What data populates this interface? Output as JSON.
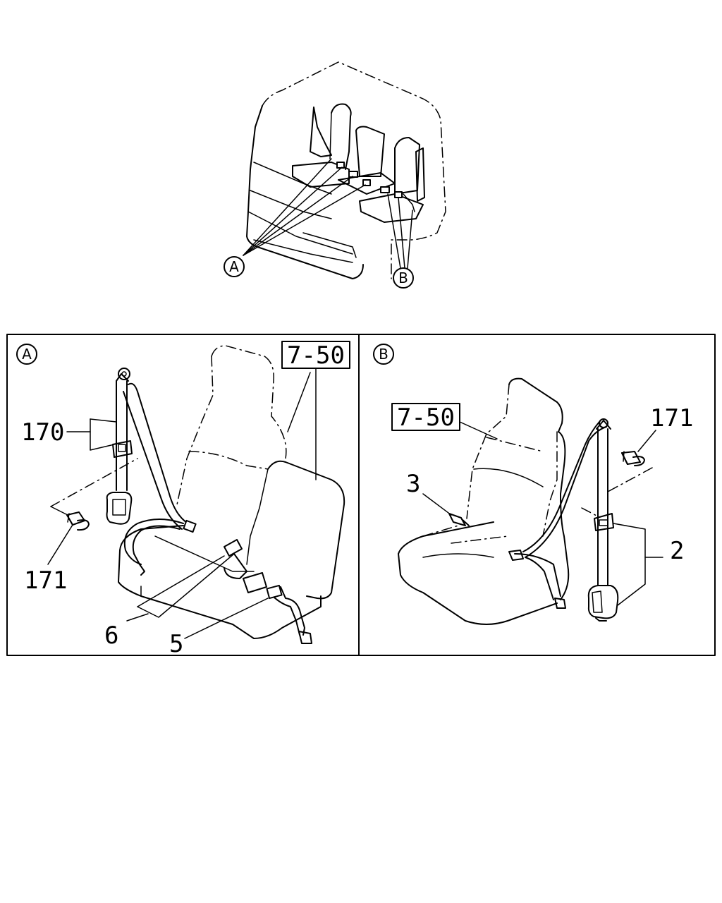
{
  "overview": {
    "callout_a": "A",
    "callout_b": "B"
  },
  "panel_a": {
    "marker": "A",
    "ref_box": "7-50",
    "labels": {
      "belt_assembly": "170",
      "bolt": "171",
      "buckle_tongue": "6",
      "buckle": "5"
    }
  },
  "panel_b": {
    "marker": "B",
    "ref_box": "7-50",
    "labels": {
      "bolt": "171",
      "buckle": "3",
      "belt_assembly": "2"
    }
  }
}
